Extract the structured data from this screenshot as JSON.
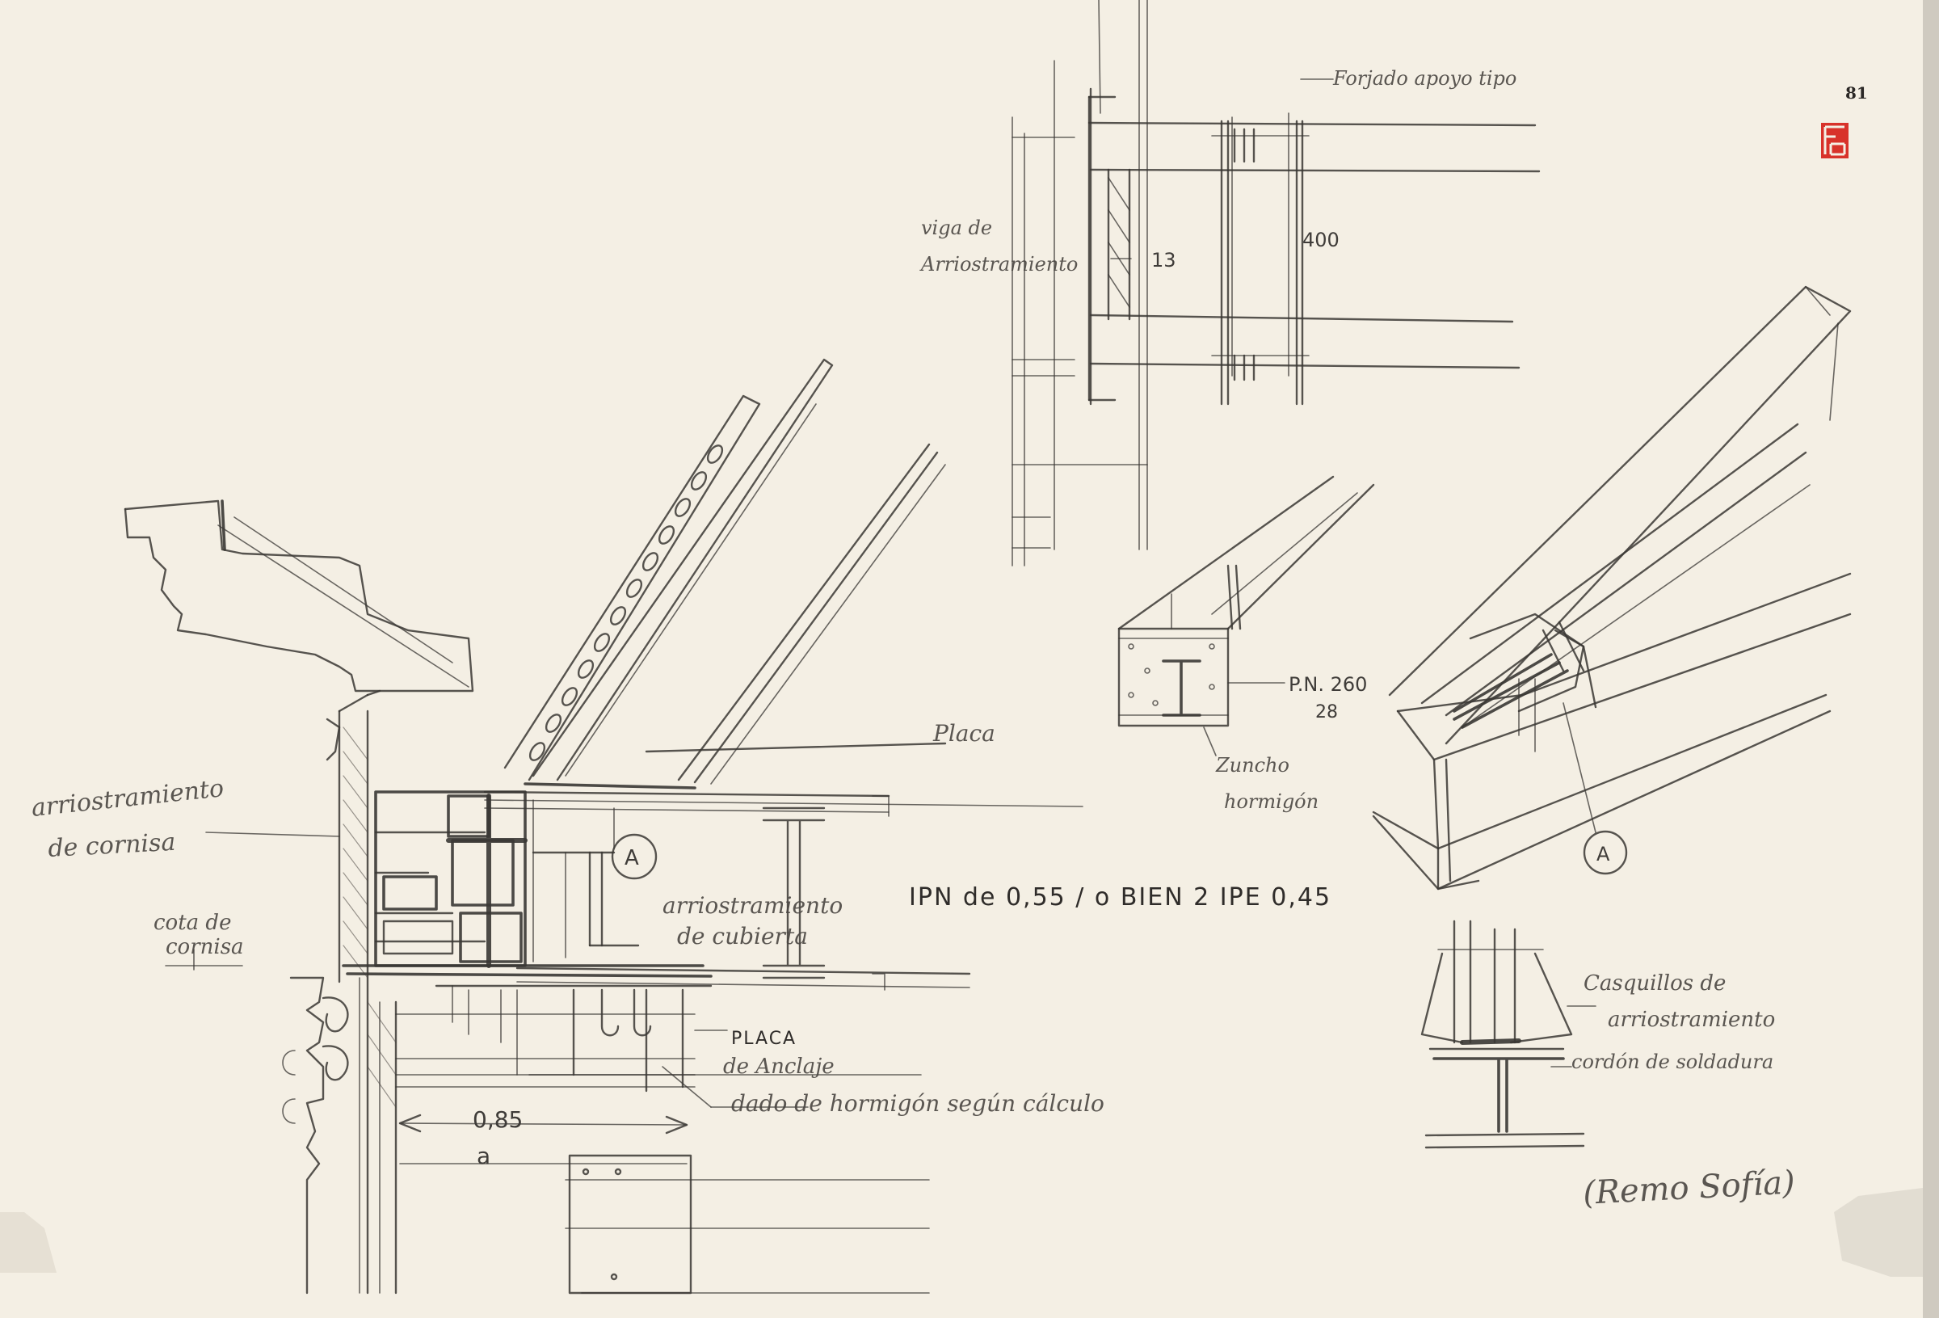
{
  "sheet": {
    "page_number": "81",
    "paper_color": "#f4efe4",
    "stamp_color": "#d8322a",
    "stamp_logo": "fa-monogram-stamp"
  },
  "labels": {
    "fopale_apoyo": "Forjado apoyo tipo",
    "viga_de": "viga de",
    "arriostramiento_top": "Arriostramiento",
    "dim_13": "13",
    "dim_400": "400",
    "placa": "Placa",
    "arriostramiento_cornisa_1": "arriostramiento",
    "arriostramiento_cornisa_2": "de cornisa",
    "cota_de_1": "cota de",
    "cota_de_2": "cornisa",
    "arriostramiento_cubierta_1": "arriostramiento",
    "arriostramiento_cubierta_2": "de cubierta",
    "ipn_note": "IPN de 0,55 / o BIEN 2 IPE 0,45",
    "placa_anclaje_1": "PLACA",
    "placa_anclaje_2": "de Anclaje",
    "dado_hormigon": "dado de hormigón según cálculo",
    "dim_085": "0,85",
    "dim_a": "a",
    "pn_260": "P.N. 260",
    "dim_28": "28",
    "zuncho_1": "Zuncho",
    "zuncho_2": "hormigón",
    "marker_a_1": "A",
    "marker_a_2": "A",
    "casquillos_1": "Casquillos de",
    "casquillos_2": "arriostramiento",
    "cordon_soldadura": "cordón de soldadura",
    "signature": "(Remo Sofía)"
  }
}
